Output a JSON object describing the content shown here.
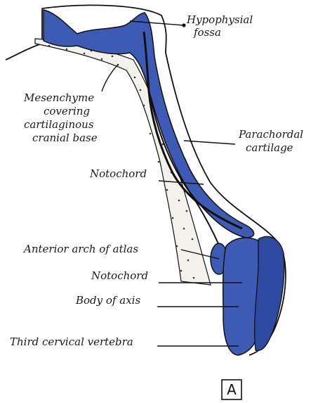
{
  "labels": {
    "hypophysial_fossa_1": "Hypophysial",
    "hypophysial_fossa_2": "fossa",
    "mesenchyme_1": "Mesenchyme",
    "mesenchyme_2": "covering",
    "mesenchyme_3": "cartilaginous",
    "mesenchyme_4": "cranial base",
    "parachordal_1": "Parachordal",
    "parachordal_2": "cartilage",
    "notochord_upper": "Notochord",
    "anterior_arch": "Anterior arch of atlas",
    "notochord_lower": "Notochord",
    "body_of_axis": "Body of axis",
    "third_cervical": "Third cervical vertebra"
  },
  "panel_letter": "A",
  "colors": {
    "cartilage_blue": "#3d5bb5",
    "ink": "#111111",
    "mesenchyme": "#f3f1ec"
  }
}
